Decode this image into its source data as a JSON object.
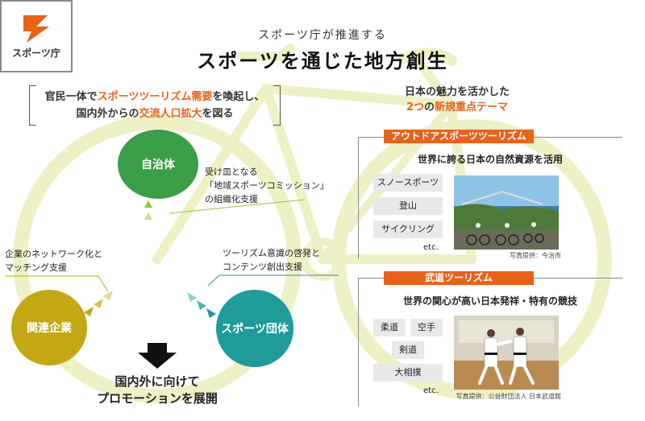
{
  "header": {
    "subtitle": "スポーツ庁が推進する",
    "title": "スポーツを通じた地方創生"
  },
  "intro": {
    "line1_pre": "官民一体で",
    "line1_hl": "スポーツツーリズム需要",
    "line1_post": "を喚起し、",
    "line2_pre": "国内外からの",
    "line2_hl": "交流人口拡大",
    "line2_post": "を図る"
  },
  "diagram": {
    "local_gov": "自治体",
    "corporations": "関連企業",
    "sports_orgs": "スポーツ団体",
    "center": "スポーツ庁",
    "note_local": [
      "受け皿となる",
      "「地域スポーツコミッション」",
      "の組織化支援"
    ],
    "note_corp": [
      "企業のネットワーク化と",
      "マッチング支援"
    ],
    "note_sport": [
      "ツーリズム意識の啓発と",
      "コンテンツ創出支援"
    ],
    "result": [
      "国内外に向けて",
      "プロモーションを展開"
    ]
  },
  "themes": {
    "head_line1": "日本の魅力を活かした",
    "head_num": "2つ",
    "head_mid": "の",
    "head_hl": "新規重点テーマ",
    "outdoor": {
      "title": "アウトドアスポーツツーリズム",
      "desc": "世界に誇る日本の自然資源を活用",
      "tags": [
        "スノースポーツ",
        "登山",
        "サイクリング"
      ],
      "etc": "etc.",
      "credit": "写真提供：今治市"
    },
    "budo": {
      "title": "武道ツーリズム",
      "desc": "世界の関心が高い日本発祥・特有の競技",
      "tags": [
        "柔道",
        "空手",
        "剣道",
        "大相撲"
      ],
      "etc": "etc.",
      "credit": "写真提供：公益財団法人 日本武道館"
    }
  },
  "colors": {
    "accent": "#e8621a",
    "local_green": "#3a9e48",
    "corp_yellow": "#c3a714",
    "sport_teal": "#1f9b99",
    "bike": "#eef1c6"
  }
}
